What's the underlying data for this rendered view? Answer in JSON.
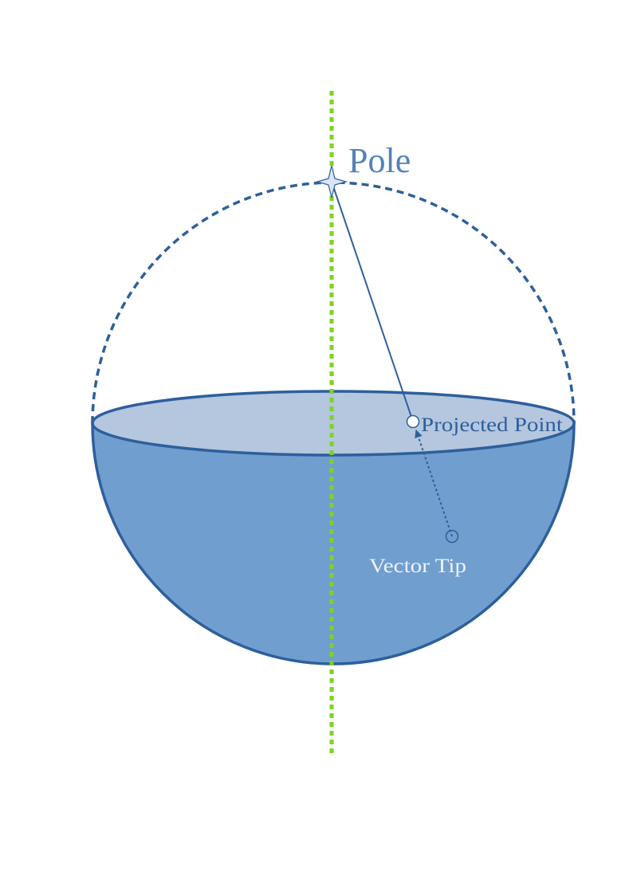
{
  "labels": {
    "pole": "Pole",
    "projected_point": "Projected Point",
    "vector_tip": "Vector Tip"
  },
  "colors": {
    "outline": "#2e5f9c",
    "bowl_fill": "#709ecf",
    "cap_fill": "#b4c7de",
    "axis": "#7ed321",
    "pole_label": "#5382b6",
    "tip_label": "#eef3fa",
    "star_fill": "#dbe6f5",
    "background": "#ffffff"
  }
}
